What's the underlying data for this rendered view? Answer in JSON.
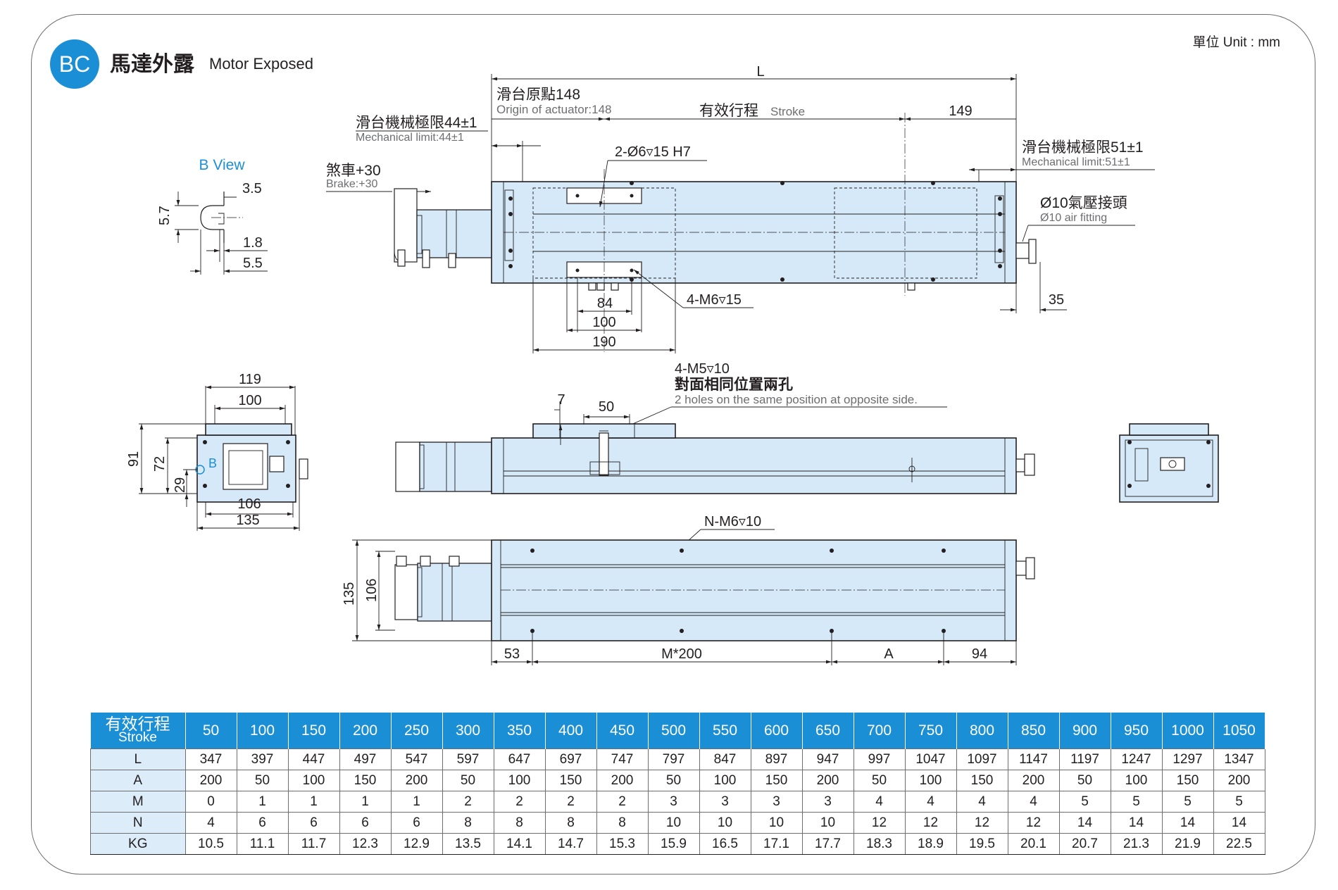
{
  "header": {
    "badge": "BC",
    "title_zh": "馬達外露",
    "title_en": "Motor Exposed",
    "unit": "單位 Unit : mm",
    "badge_color": "#1a8fd6"
  },
  "labels": {
    "L": "L",
    "origin_zh": "滑台原點148",
    "origin_en": "Origin of actuator:148",
    "stroke_zh": "有效行程",
    "stroke_en": "Stroke",
    "dim_149": "149",
    "mech_left_zh": "滑台機械極限44±1",
    "mech_left_en": "Mechanical limit:44±1",
    "mech_right_zh": "滑台機械極限51±1",
    "mech_right_en": "Mechanical limit:51±1",
    "brake_zh": "煞車+30",
    "brake_en": "Brake:+30",
    "hole_2": "2-Ø6▿15 H7",
    "air_zh": "Ø10氣壓接頭",
    "air_en": "Ø10 air fitting",
    "m6_4": "4-M6▿15",
    "dim_35": "35",
    "dim_84": "84",
    "dim_100a": "100",
    "dim_190": "190",
    "bview": "B View",
    "dim_35b": "3.5",
    "dim_57": "5.7",
    "dim_18": "1.8",
    "dim_55": "5.5",
    "m5_4": "4-M5▿10",
    "m5_zh": "對面相同位置兩孔",
    "m5_en": "2 holes on the same position at opposite side.",
    "dim_7": "7",
    "dim_50": "50",
    "dim_119": "119",
    "dim_100b": "100",
    "dim_91": "91",
    "dim_72": "72",
    "dim_29": "29",
    "b_mark": "B",
    "dim_106a": "106",
    "dim_135a": "135",
    "nm6": "N-M6▿10",
    "dim_135b": "135",
    "dim_106b": "106",
    "dim_53": "53",
    "dim_m200": "M*200",
    "dim_A": "A",
    "dim_94": "94"
  },
  "table": {
    "header_zh": "有效行程",
    "header_en": "Stroke",
    "strokes": [
      "50",
      "100",
      "150",
      "200",
      "250",
      "300",
      "350",
      "400",
      "450",
      "500",
      "550",
      "600",
      "650",
      "700",
      "750",
      "800",
      "850",
      "900",
      "950",
      "1000",
      "1050"
    ],
    "rows": [
      {
        "name": "L",
        "values": [
          "347",
          "397",
          "447",
          "497",
          "547",
          "597",
          "647",
          "697",
          "747",
          "797",
          "847",
          "897",
          "947",
          "997",
          "1047",
          "1097",
          "1147",
          "1197",
          "1247",
          "1297",
          "1347"
        ]
      },
      {
        "name": "A",
        "values": [
          "200",
          "50",
          "100",
          "150",
          "200",
          "50",
          "100",
          "150",
          "200",
          "50",
          "100",
          "150",
          "200",
          "50",
          "100",
          "150",
          "200",
          "50",
          "100",
          "150",
          "200"
        ]
      },
      {
        "name": "M",
        "values": [
          "0",
          "1",
          "1",
          "1",
          "1",
          "2",
          "2",
          "2",
          "2",
          "3",
          "3",
          "3",
          "3",
          "4",
          "4",
          "4",
          "4",
          "5",
          "5",
          "5",
          "5"
        ]
      },
      {
        "name": "N",
        "values": [
          "4",
          "6",
          "6",
          "6",
          "6",
          "8",
          "8",
          "8",
          "8",
          "10",
          "10",
          "10",
          "10",
          "12",
          "12",
          "12",
          "12",
          "14",
          "14",
          "14",
          "14"
        ]
      },
      {
        "name": "KG",
        "values": [
          "10.5",
          "11.1",
          "11.7",
          "12.3",
          "12.9",
          "13.5",
          "14.1",
          "14.7",
          "15.3",
          "15.9",
          "16.5",
          "17.1",
          "17.7",
          "18.3",
          "18.9",
          "19.5",
          "20.1",
          "20.7",
          "21.3",
          "21.9",
          "22.5"
        ]
      }
    ]
  }
}
